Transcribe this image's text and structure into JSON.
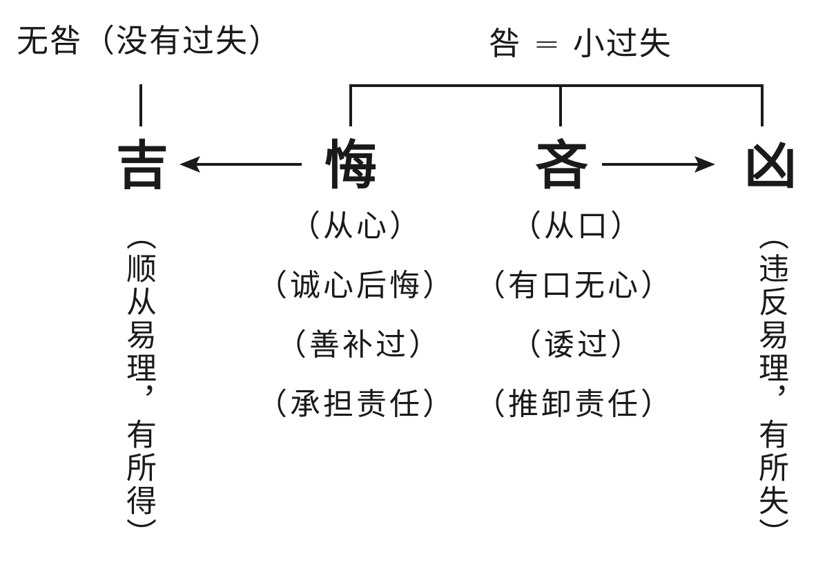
{
  "top": {
    "left_label": "无咎（没有过失）",
    "right_label": "咎 = 小过失"
  },
  "nodes": {
    "ji": "吉",
    "hui": "悔",
    "lin": "吝",
    "xiong": "凶"
  },
  "hui_notes": [
    "（从心）",
    "（诚心后悔）",
    "（善补过）",
    "（承担责任）"
  ],
  "lin_notes": [
    "（从口）",
    "（有口无心）",
    "（诿过）",
    "（推卸责任）"
  ],
  "ji_note": "（顺从易理，有所得）",
  "xiong_note": "（违反易理，有所失）",
  "colors": {
    "ink": "#1a1a1a",
    "background": "#ffffff"
  }
}
